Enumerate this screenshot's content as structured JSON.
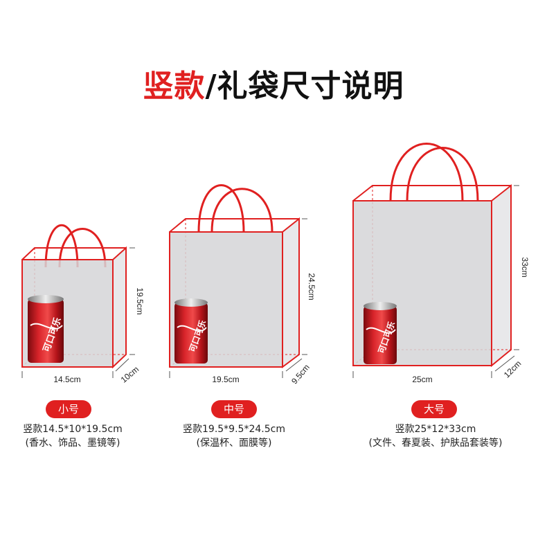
{
  "title": {
    "accent": "竖款",
    "sep": "/",
    "rest": "礼袋尺寸说明"
  },
  "colors": {
    "accent": "#e02020",
    "bag_fill": "#d5d5d7",
    "can": "#c8161d"
  },
  "bags": [
    {
      "badge": "小号",
      "spec": "竖款14.5*10*19.5cm",
      "usage": "(香水、饰品、墨镜等)",
      "width_label": "14.5cm",
      "depth_label": "10cm",
      "height_label": "19.5cm"
    },
    {
      "badge": "中号",
      "spec": "竖款19.5*9.5*24.5cm",
      "usage": "(保温杯、面膜等)",
      "width_label": "19.5cm",
      "depth_label": "9.5cm",
      "height_label": "24.5cm"
    },
    {
      "badge": "大号",
      "spec": "竖款25*12*33cm",
      "usage": "(文件、春夏装、护肤品套装等)",
      "width_label": "25cm",
      "depth_label": "12cm",
      "height_label": "33cm"
    }
  ],
  "can_text": "可口可乐"
}
